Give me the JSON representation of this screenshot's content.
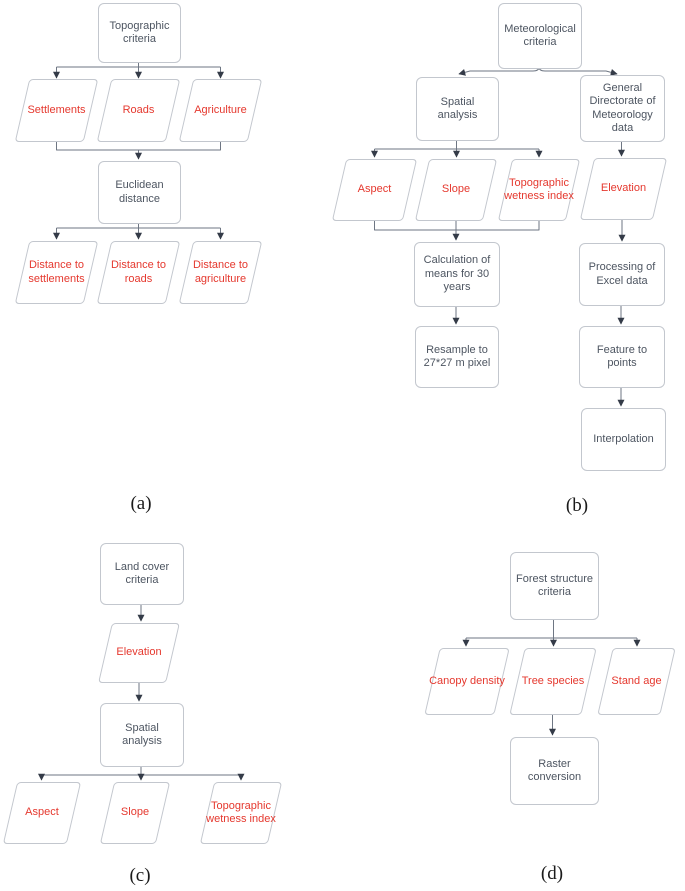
{
  "colors": {
    "background": "#ffffff",
    "node-border": "#c3c7ce",
    "node-text": "#4d5561",
    "accent-red": "#e5382e",
    "line": "#6e7683",
    "arrow": "#343b48",
    "label-text": "#1a1a1a"
  },
  "panels": {
    "a": {
      "label": "(a)",
      "nodes": {
        "topographic": {
          "text": "Topographic criteria"
        },
        "settlements": {
          "text": "Settlements"
        },
        "roads": {
          "text": "Roads"
        },
        "agriculture": {
          "text": "Agriculture"
        },
        "euclidean": {
          "text": "Euclidean distance"
        },
        "dist_settlements": {
          "text": "Distance to settlements"
        },
        "dist_roads": {
          "text": "Distance to roads"
        },
        "dist_agriculture": {
          "text": "Distance to agriculture"
        }
      }
    },
    "b": {
      "label": "(b)",
      "nodes": {
        "meteorological": {
          "text": "Meteorological criteria"
        },
        "spatial": {
          "text": "Spatial analysis"
        },
        "gdm": {
          "text": "General Directorate of Meteorology data"
        },
        "aspect": {
          "text": "Aspect"
        },
        "slope": {
          "text": "Slope"
        },
        "twi": {
          "text": "Topographic wetness index"
        },
        "elevation": {
          "text": "Elevation"
        },
        "calc_means": {
          "text": "Calculation of means for 30 years"
        },
        "resample": {
          "text": "Resample to 27*27 m pixel"
        },
        "processing": {
          "text": "Processing of Excel data"
        },
        "feature_points": {
          "text": "Feature to points"
        },
        "interpolation": {
          "text": "Interpolation"
        }
      }
    },
    "c": {
      "label": "(c)",
      "nodes": {
        "landcover": {
          "text": "Land cover criteria"
        },
        "elevation": {
          "text": "Elevation"
        },
        "spatial": {
          "text": "Spatial analysis"
        },
        "aspect": {
          "text": "Aspect"
        },
        "slope": {
          "text": "Slope"
        },
        "twi": {
          "text": "Topographic wetness index"
        }
      }
    },
    "d": {
      "label": "(d)",
      "nodes": {
        "forest": {
          "text": "Forest structure criteria"
        },
        "canopy": {
          "text": "Canopy density"
        },
        "tree": {
          "text": "Tree species"
        },
        "stand": {
          "text": "Stand age"
        },
        "raster": {
          "text": "Raster conversion"
        }
      }
    }
  }
}
